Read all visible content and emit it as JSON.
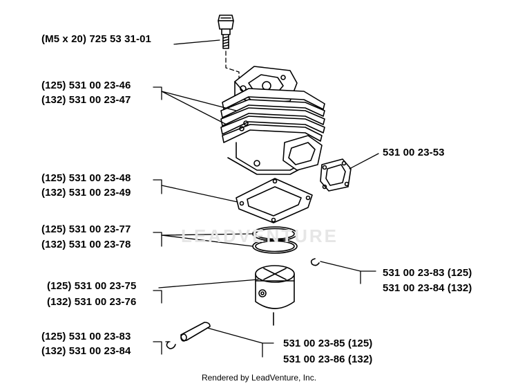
{
  "labels": {
    "bolt": "(M5 x 20) 725 53 31-01",
    "cylinder_125": "(125) 531 00 23-46",
    "cylinder_132": "(132) 531 00 23-47",
    "exhaust_gasket": "531 00 23-53",
    "base_gasket_125": "(125) 531 00 23-48",
    "base_gasket_132": "(132) 531 00 23-49",
    "rings_125": "(125) 531 00 23-77",
    "rings_132": "(132) 531 00 23-78",
    "clip_right_125": "531 00 23-83 (125)",
    "clip_right_132": "531 00 23-84 (132)",
    "piston_125": "(125) 531 00 23-75",
    "piston_132": "(132) 531 00 23-76",
    "clip_left_125": "(125) 531 00 23-83",
    "clip_left_132": "(132) 531 00 23-84",
    "pin_125": "531 00 23-85 (125)",
    "pin_132": "531 00 23-86 (132)"
  },
  "watermark": "LEADVENTURE",
  "footer": "Rendered by LeadVenture, Inc."
}
